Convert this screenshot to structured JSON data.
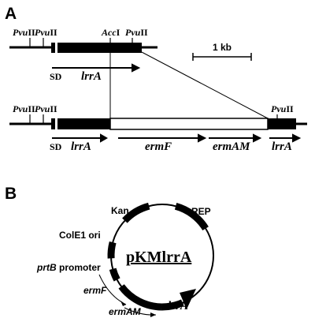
{
  "panel_a": {
    "label": "A",
    "row1": {
      "site_pvu_1_italic": "Pvu",
      "site_pvu_1_roman": "II",
      "site_pvu_2_italic": "Pvu",
      "site_pvu_2_roman": "II",
      "site_acc_italic": "Acc",
      "site_acc_roman": "I",
      "site_pvu_3_italic": "Pvu",
      "site_pvu_3_roman": "II",
      "sd": "SD",
      "gene": "lrrA"
    },
    "scale_bar": "1 kb",
    "row2": {
      "site_pvu_1_italic": "Pvu",
      "site_pvu_1_roman": "II",
      "site_pvu_2_italic": "Pvu",
      "site_pvu_2_roman": "II",
      "site_pvu_3_italic": "Pvu",
      "site_pvu_3_roman": "II",
      "sd": "SD",
      "gene1": "lrrA",
      "gene2": "ermF",
      "gene3": "ermAM",
      "gene4": "lrrA"
    }
  },
  "panel_b": {
    "label": "B",
    "plasmid": "pKMlrrA",
    "kan": "Kan",
    "rep": "REP",
    "cole1": "ColE1 ori",
    "prtb_italic": "prtB",
    "prtb_roman": " promoter",
    "ermf": "ermF",
    "ermam": "ermAM",
    "lrra": "lrrA"
  }
}
